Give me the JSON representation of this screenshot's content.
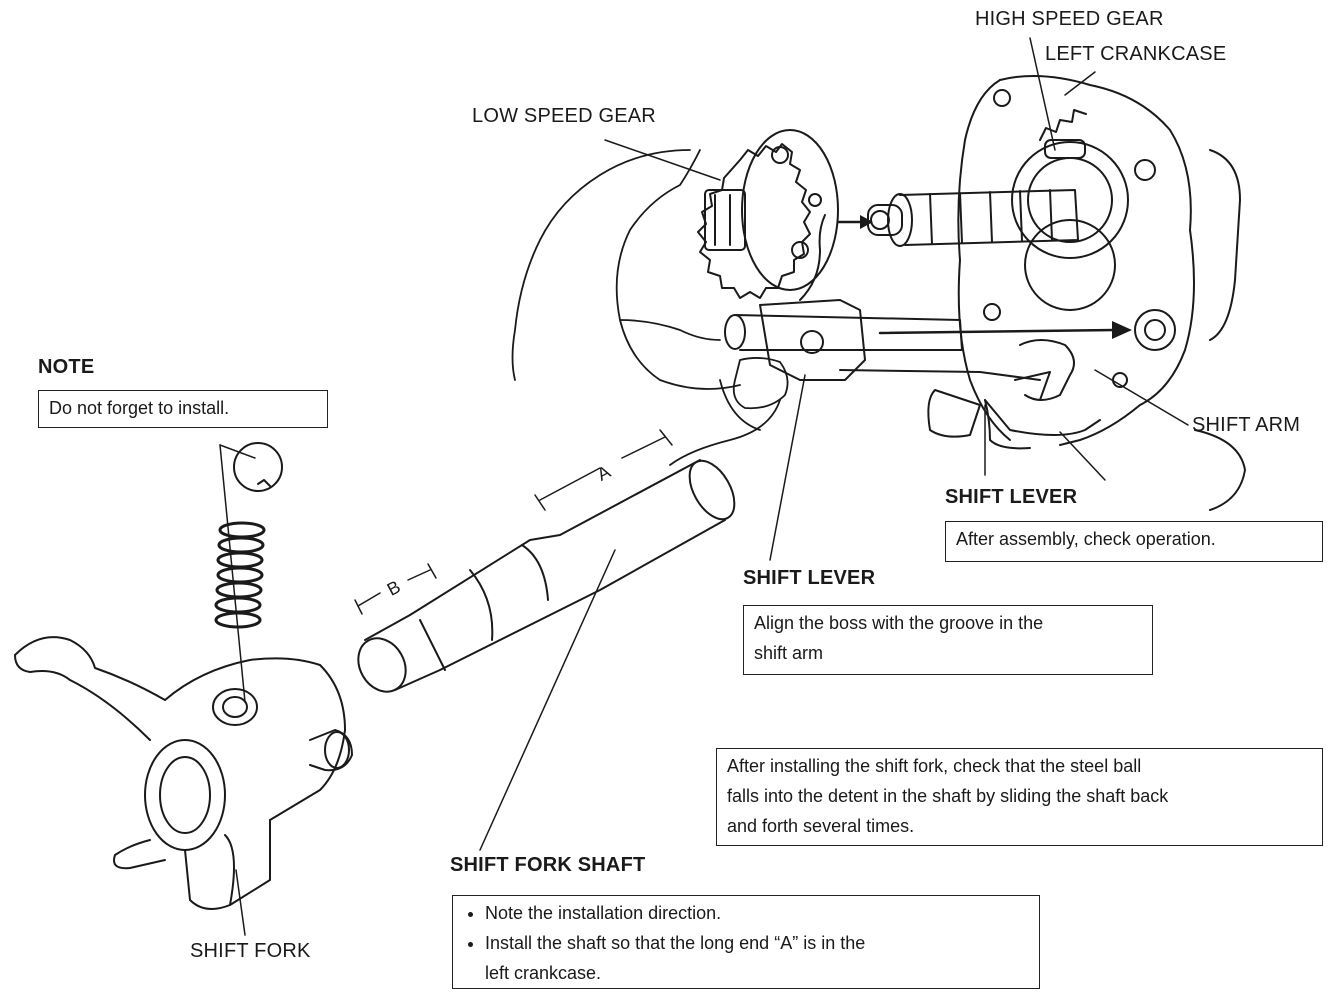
{
  "labels": {
    "high_speed_gear": "HIGH SPEED GEAR",
    "left_crankcase": "LEFT CRANKCASE",
    "low_speed_gear": "LOW SPEED GEAR",
    "note": "NOTE",
    "shift_arm": "SHIFT ARM",
    "shift_lever_right": "SHIFT LEVER",
    "shift_lever_center": "SHIFT LEVER",
    "shift_fork_shaft": "SHIFT FORK SHAFT",
    "shift_fork": "SHIFT FORK",
    "dim_a": "A",
    "dim_b": "B"
  },
  "notes": {
    "note_box": "Do not forget to install.",
    "shift_lever_right_box": "After assembly, check operation.",
    "shift_lever_center_box_1": "Align the boss with the groove in the",
    "shift_lever_center_box_2": "shift arm",
    "steel_ball_1": "After installing the shift fork, check that the steel ball",
    "steel_ball_2": "falls into the detent in the shaft by sliding the shaft back",
    "steel_ball_3": "and forth several times.",
    "fork_shaft_bullets": [
      "Note the installation direction.",
      "Install the shaft so that the long end “A” is  in the"
    ],
    "fork_shaft_bullet_2_cont": "left crankcase."
  }
}
